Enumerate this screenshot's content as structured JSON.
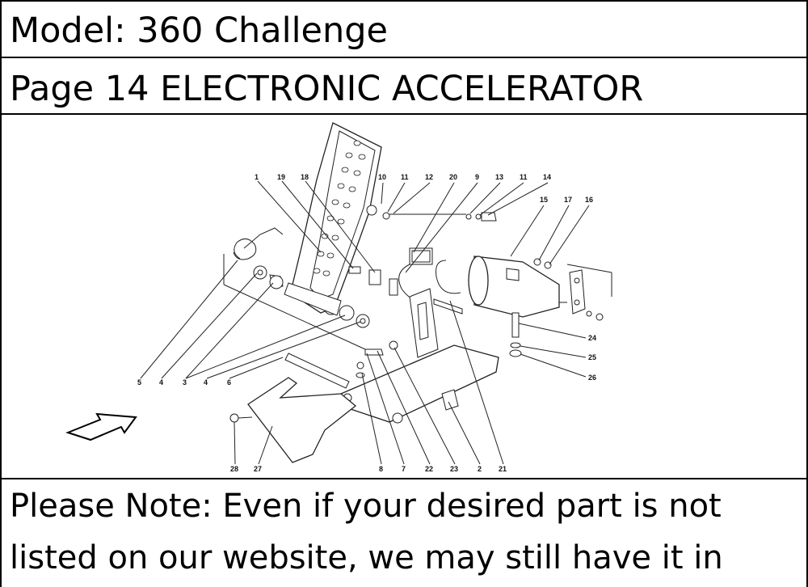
{
  "header": {
    "model_text": "Model: 360 Challenge",
    "page_text": "Page 14  ELECTRONIC ACCELERATOR"
  },
  "diagram": {
    "callouts": {
      "c1": "1",
      "c19": "19",
      "c18": "18",
      "c10": "10",
      "c11a": "11",
      "c12": "12",
      "c20": "20",
      "c9": "9",
      "c13": "13",
      "c11b": "11",
      "c14": "14",
      "c15": "15",
      "c17": "17",
      "c16": "16",
      "c24": "24",
      "c25": "25",
      "c26": "26",
      "c5": "5",
      "c4a": "4",
      "c3": "3",
      "c4b": "4",
      "c6": "6",
      "c28": "28",
      "c27": "27",
      "c8": "8",
      "c7": "7",
      "c22": "22",
      "c23": "23",
      "c2": "2",
      "c21": "21"
    }
  },
  "note": {
    "line1": "Please Note: Even if your desired part is not",
    "line2": "listed on our website, we may still have it in"
  }
}
